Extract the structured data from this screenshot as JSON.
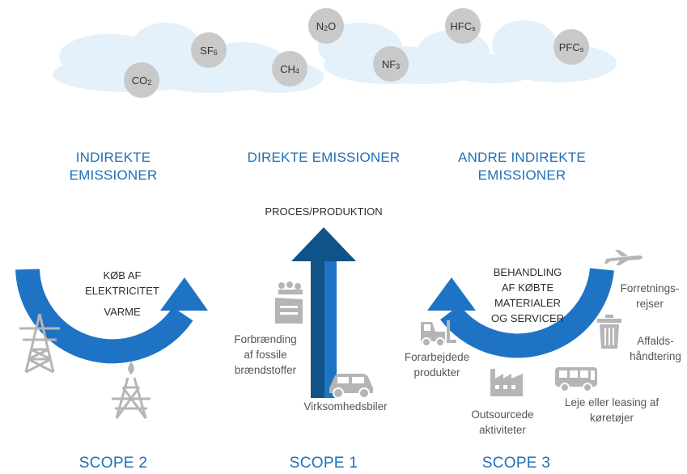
{
  "gases": [
    {
      "base": "CO",
      "sub": "2"
    },
    {
      "base": "SF",
      "sub": "6"
    },
    {
      "base": "CH",
      "sub": "4"
    },
    {
      "base": "N",
      "sub": "2",
      "tail": "O"
    },
    {
      "base": "NF",
      "sub": "3"
    },
    {
      "base": "HFC",
      "sub": "s"
    },
    {
      "base": "PFC",
      "sub": "s"
    }
  ],
  "headers": {
    "indirect_1": "INDIREKTE",
    "indirect_2": "EMISSIONER",
    "direct": "DIREKTE EMISSIONER",
    "other_1": "ANDRE INDIREKTE",
    "other_2": "EMISSIONER"
  },
  "scope2": {
    "label_1": "KØB AF",
    "label_2": "ELEKTRICITET",
    "label_3": "VARME",
    "title": "SCOPE 2"
  },
  "scope1": {
    "arrow_label": "PROCES/PRODUKTION",
    "combustion_1": "Forbrænding",
    "combustion_2": "af fossile",
    "combustion_3": "brændstoffer",
    "vehicles": "Virksomhedsbiler",
    "title": "SCOPE 1"
  },
  "scope3": {
    "label_1": "BEHANDLING",
    "label_2": "AF KØBTE",
    "label_3": "MATERIALER",
    "label_4": "OG SERVICER",
    "travel_1": "Forretnings-",
    "travel_2": "rejser",
    "waste_1": "Affalds-",
    "waste_2": "håndtering",
    "processed_1": "Forarbejdede",
    "processed_2": "produkter",
    "outsourced_1": "Outsourcede",
    "outsourced_2": "aktiviteter",
    "leasing_1": "Leje eller leasing af",
    "leasing_2": "køretøjer",
    "title": "SCOPE 3"
  },
  "colors": {
    "blue": "#1f73c4",
    "dark_blue": "#0f5388",
    "header_blue": "#1f6fb7",
    "cloud": "#e4f1fa",
    "gas_bubble": "#c9c9c9",
    "icon_grey": "#b5b5b5"
  }
}
